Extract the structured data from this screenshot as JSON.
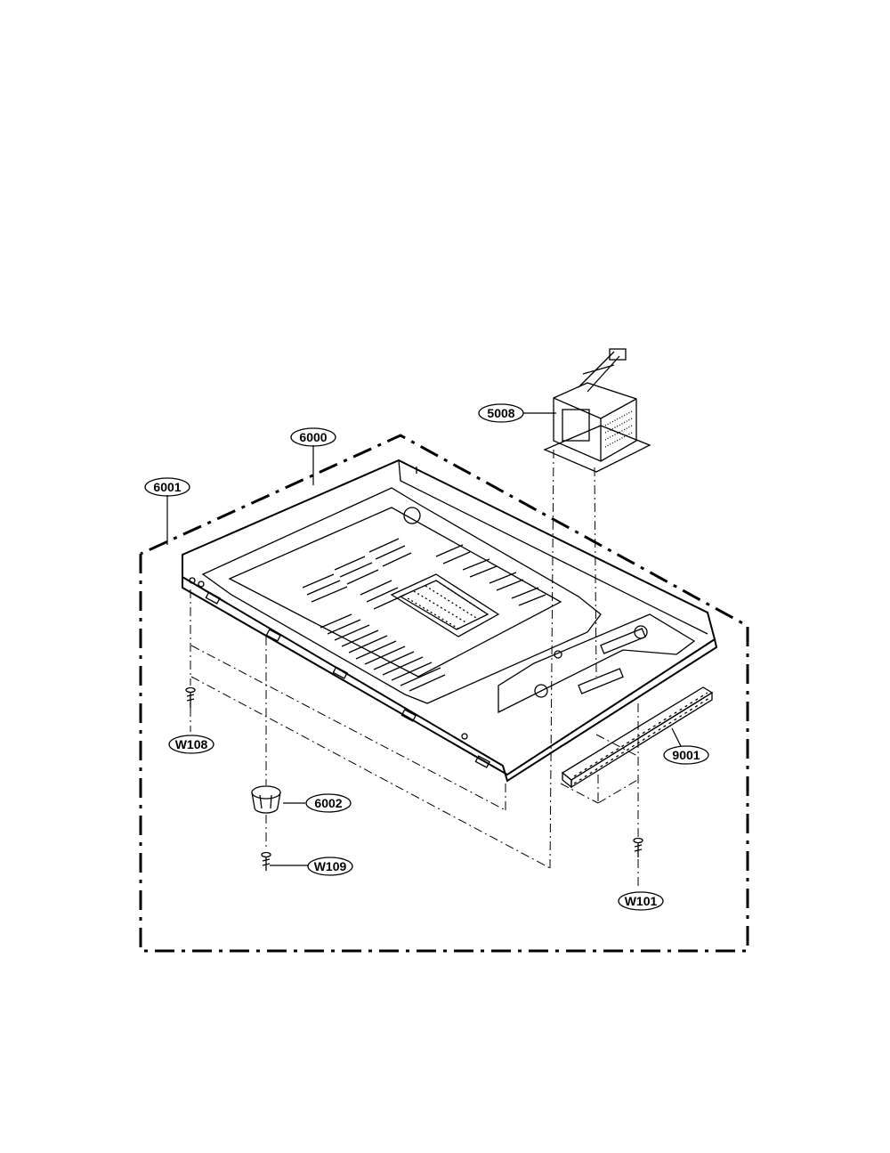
{
  "parts": {
    "p5008": "5008",
    "p6000": "6000",
    "p6001": "6001",
    "p6002": "6002",
    "p9001": "9001",
    "w101": "W101",
    "w108": "W108",
    "w109": "W109"
  },
  "colors": {
    "ink": "#000000",
    "paper": "#ffffff"
  }
}
